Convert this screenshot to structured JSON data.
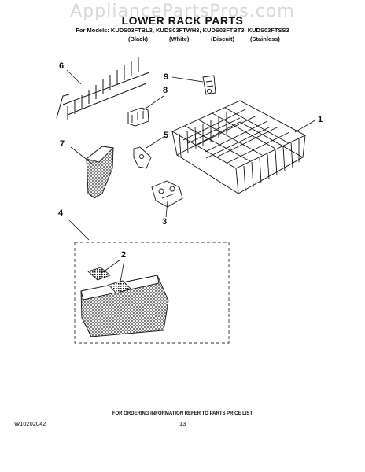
{
  "watermark": "AppliancePartsPros.com",
  "header": {
    "title": "LOWER RACK PARTS",
    "models_line": "For Models: KUDS03FTBL3, KUDS03FTWH3, KUDS03FTBT3, KUDS03FTSS3",
    "colors": [
      "(Black)",
      "(White)",
      "(Biscuit)",
      "(Stainless)"
    ]
  },
  "callouts": [
    "1",
    "2",
    "3",
    "4",
    "5",
    "6",
    "7",
    "8",
    "9"
  ],
  "parts": [
    {
      "callout": "1",
      "icon": "lower-rack-icon"
    },
    {
      "callout": "2",
      "icon": "basket-cover-icon"
    },
    {
      "callout": "3",
      "icon": "roller-icon"
    },
    {
      "callout": "4",
      "icon": "silverware-basket-assembly-icon"
    },
    {
      "callout": "5",
      "icon": "clip-icon"
    },
    {
      "callout": "6",
      "icon": "tine-row-icon"
    },
    {
      "callout": "7",
      "icon": "basket-icon"
    },
    {
      "callout": "8",
      "icon": "rack-bracket-icon"
    },
    {
      "callout": "9",
      "icon": "rack-stop-icon"
    }
  ],
  "footer": {
    "note": "FOR ORDERING INFORMATION REFER TO PARTS PRICE LIST",
    "doc_number": "W10202042",
    "page_number": "13"
  }
}
